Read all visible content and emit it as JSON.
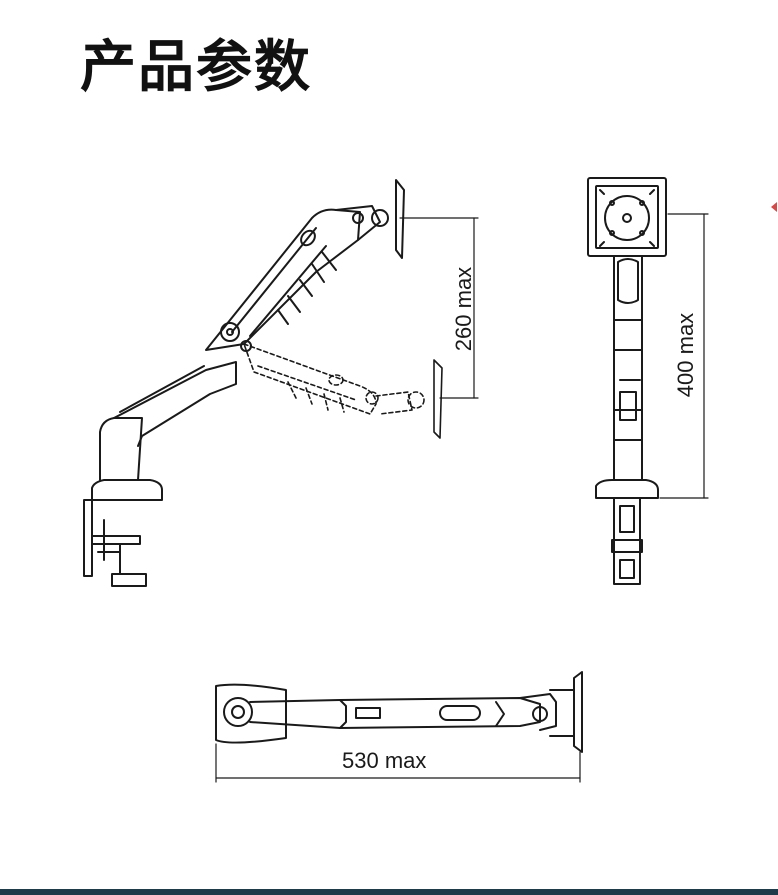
{
  "page": {
    "title": "产品参数"
  },
  "dimensions": {
    "height_range": "260 max",
    "total_height": "400 max",
    "arm_length": "530 max"
  },
  "colors": {
    "line": "#1a1a1a",
    "accent_bar": "#1f3b4a",
    "marker": "#d24b4b"
  }
}
